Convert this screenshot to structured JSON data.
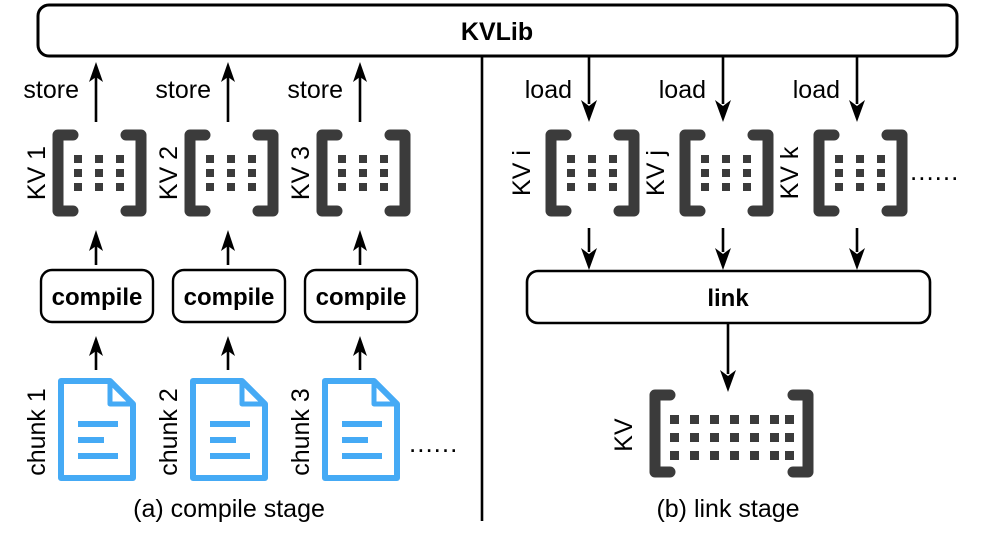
{
  "diagram": {
    "title_box": {
      "label": "KVLib"
    },
    "stages": [
      {
        "id": "a",
        "caption": "(a) compile stage"
      },
      {
        "id": "b",
        "caption": "(b) link stage"
      }
    ],
    "compile_stage": {
      "store_arrows": [
        {
          "label": "store"
        },
        {
          "label": "store"
        },
        {
          "label": "store"
        }
      ],
      "kv_blocks": [
        {
          "label": "KV 1",
          "rows": 3,
          "cols": 3
        },
        {
          "label": "KV 2",
          "rows": 3,
          "cols": 3
        },
        {
          "label": "KV 3",
          "rows": 3,
          "cols": 3
        }
      ],
      "compile_boxes": [
        {
          "label": "compile"
        },
        {
          "label": "compile"
        },
        {
          "label": "compile"
        }
      ],
      "chunks": [
        {
          "label": "chunk 1"
        },
        {
          "label": "chunk 2"
        },
        {
          "label": "chunk 3"
        }
      ],
      "ellipsis": "......"
    },
    "link_stage": {
      "load_arrows": [
        {
          "label": "load"
        },
        {
          "label": "load"
        },
        {
          "label": "load"
        }
      ],
      "kv_blocks": [
        {
          "label": "KV i",
          "rows": 3,
          "cols": 3
        },
        {
          "label": "KV j",
          "rows": 3,
          "cols": 3
        },
        {
          "label": "KV k",
          "rows": 3,
          "cols": 3
        }
      ],
      "ellipsis": "......",
      "link_box": {
        "label": "link"
      },
      "result_kv": {
        "label": "KV",
        "rows": 3,
        "cols": 7
      }
    },
    "colors": {
      "stroke": "#000000",
      "bracket": "#3b3b3b",
      "cell": "#3b3b3b",
      "document": "#45aaf5",
      "background": "#ffffff"
    }
  }
}
